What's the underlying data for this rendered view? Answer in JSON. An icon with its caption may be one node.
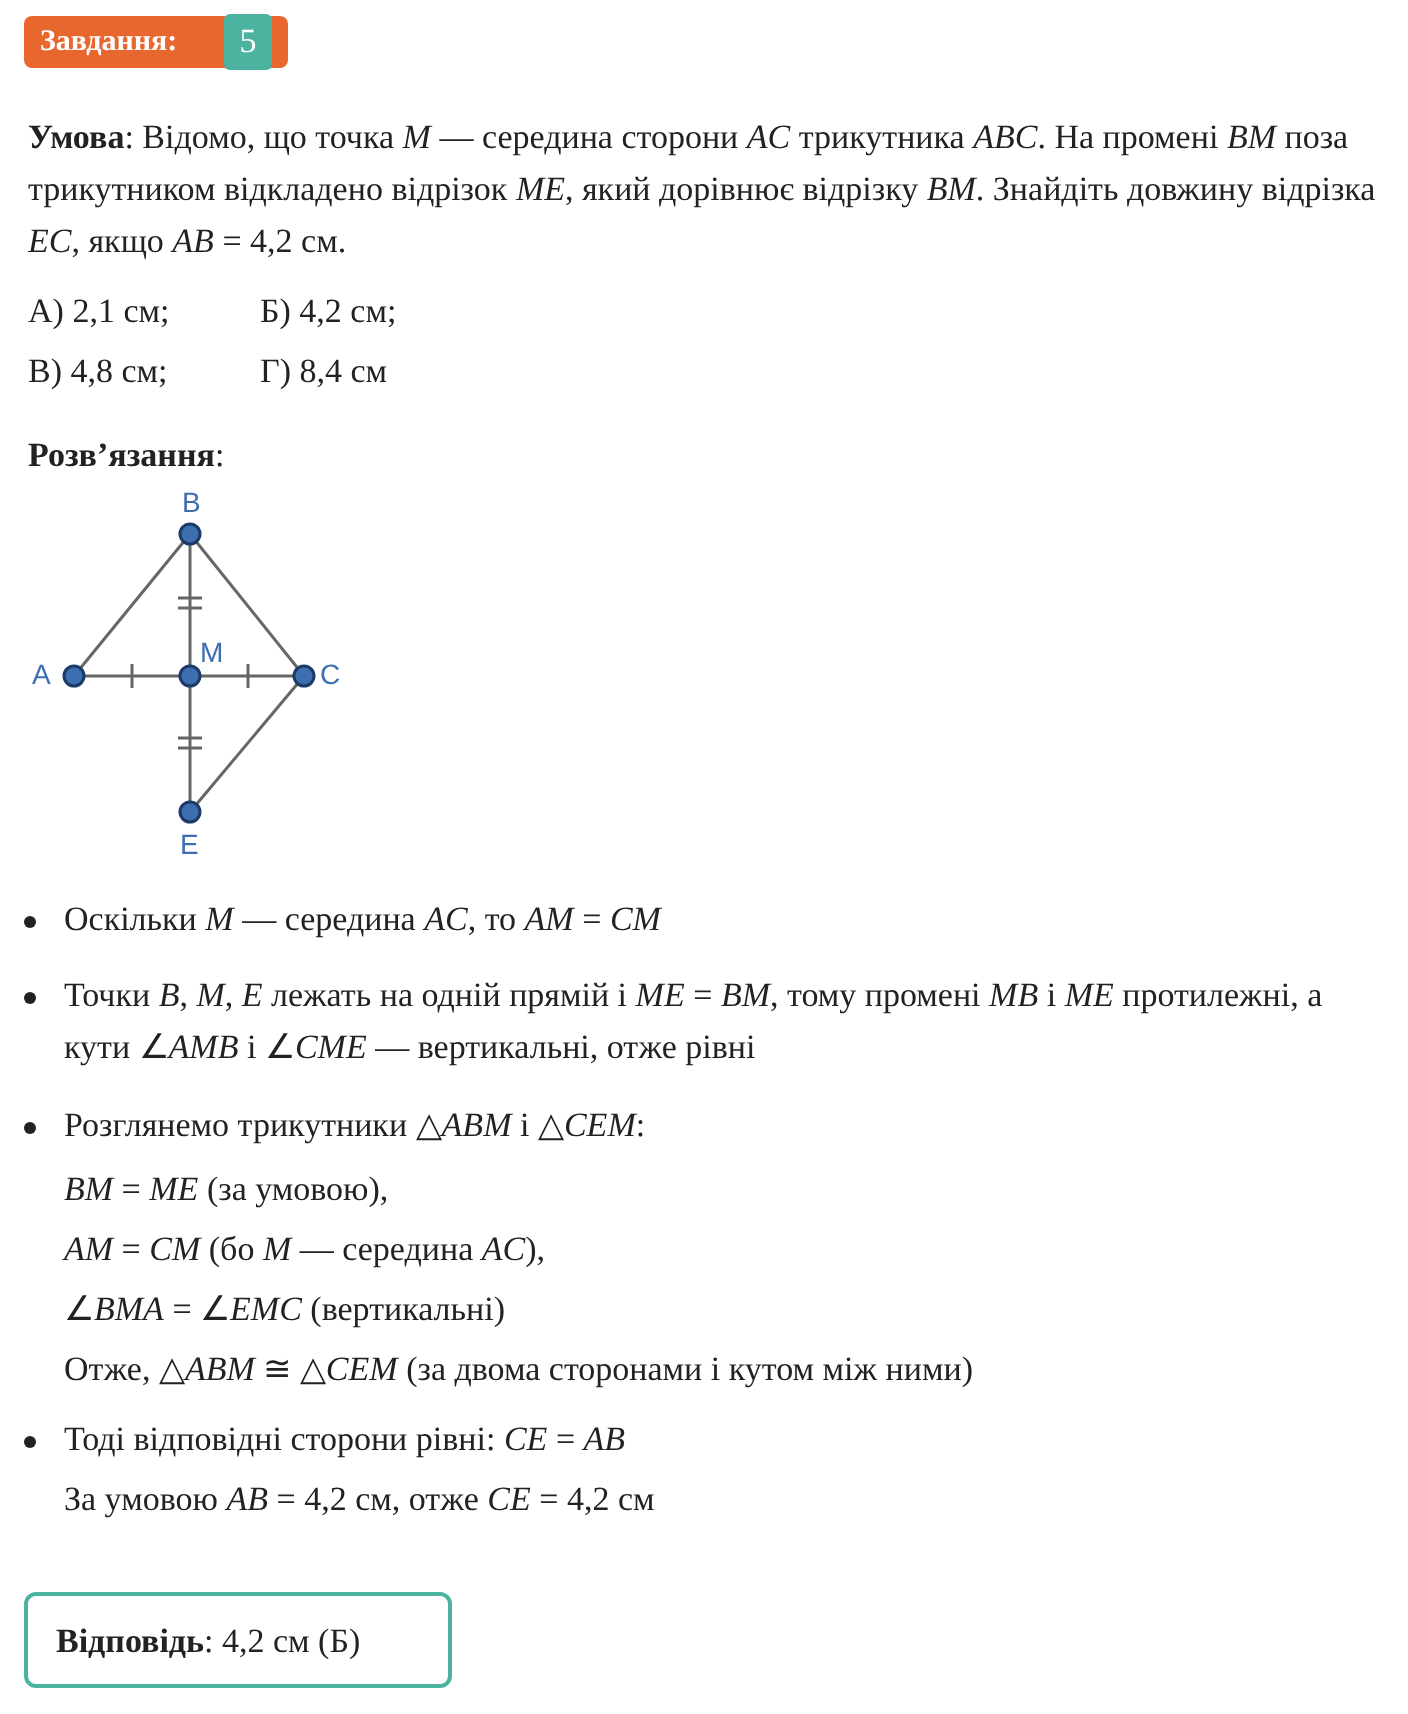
{
  "diagram": {
    "nodes": [
      {
        "text": [
          "**Відповідь**: 4,2 см (Б)"
        ]
      }
    ],
    "labels": [
      "Завдання:",
      "5",
      "**Умова**: Відомо, що точка *M* — середина сторони *AC* трикутника *ABC*. На промені *BM* поза трикутником відкладено відрізок *ME*, який дорівнює відрізку *BM*. Знайдіть довжину відрізка *EC*, якщо *AB* = 4,2 см.",
      "А) 2,1 см;",
      "Б) 4,2 см;",
      "В) 4,8 см;",
      "Г) 8,4 см",
      "**Розв’язання**:",
      "B",
      "A",
      "M",
      "C",
      "E",
      "Оскільки *M* — середина *AC*, то *AM* = *CM*",
      "Точки *B*, *M*, *E* лежать на одній прямій і *ME* = *BM*, тому промені *MB* і *ME* протилежні, а кути ∠*AMB* і ∠*CME* — вертикальні, отже рівні",
      "Розглянемо трикутники △*ABM* і △*CEM*:",
      "*BM* = *ME* (за умовою),",
      "*AM* = *CM* (бо *M* — середина *AC*),",
      "∠*BMA* = ∠*EMC* (вертикальні)",
      "Отже, △*ABM* ≅ △*CEM* (за двома сторонами і кутом між ними)",
      "Тоді відповідні сторони рівні: *CE* = *AB*",
      "За умовою *AB* = 4,2 см, отже *CE* = 4,2 см"
    ]
  }
}
